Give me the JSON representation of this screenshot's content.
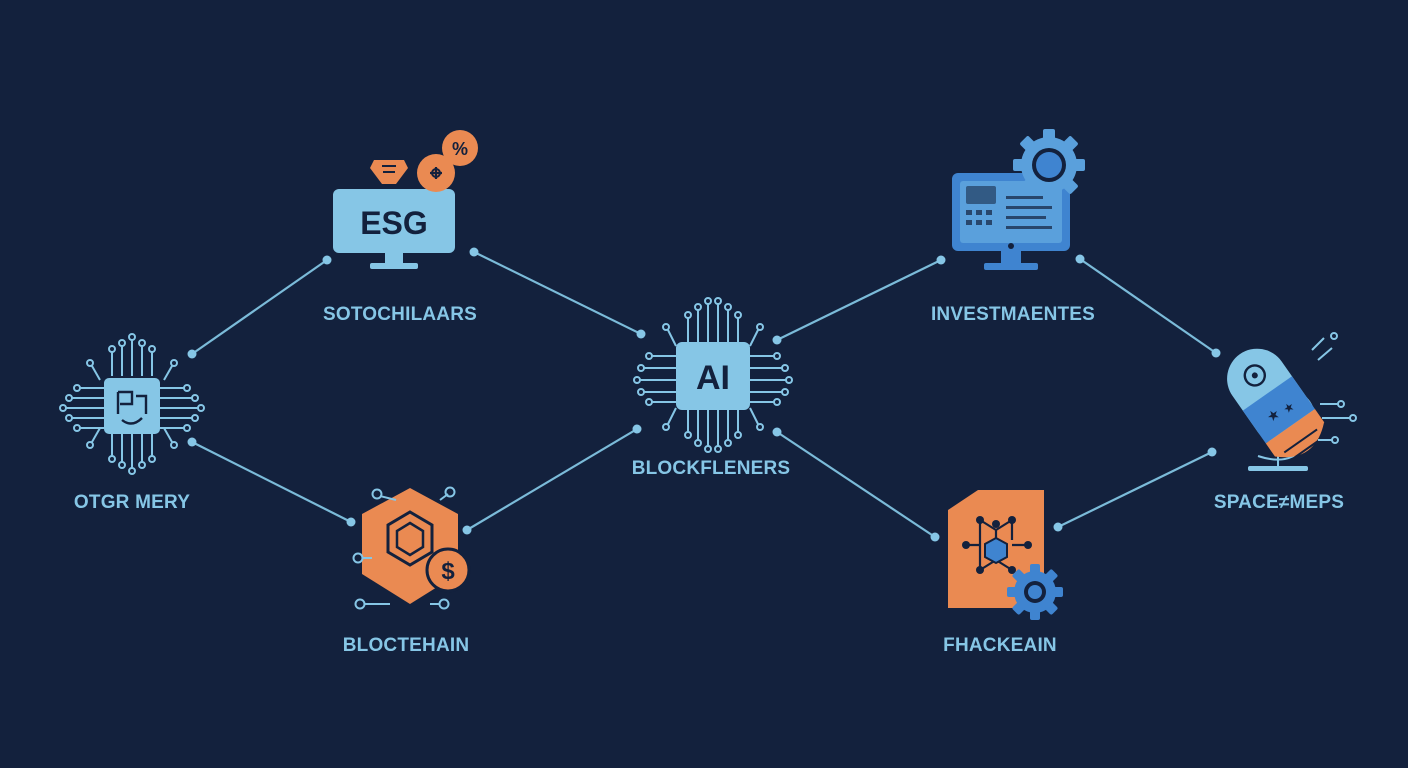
{
  "colors": {
    "background": "#13213d",
    "line": "#7bbbd9",
    "node_light_blue": "#86c6e6",
    "node_blue": "#3f84d0",
    "accent_orange": "#ea8a52",
    "dark_text": "#13213d"
  },
  "nodes": {
    "otgr": {
      "label": "OTGR MERY",
      "icon": "circuit-chip-icon"
    },
    "esg": {
      "label": "SOTOCHILAARS",
      "icon": "esg-monitor-icon",
      "screen_text": "ESG",
      "badge_top_right": "%"
    },
    "blockchain": {
      "label": "BLOCTEHAIN",
      "icon": "blockchain-hexagon-icon",
      "coin_symbol": "$"
    },
    "ai": {
      "label": "BLOCKFLENERS",
      "icon": "ai-chip-icon",
      "chip_text": "AI"
    },
    "investments": {
      "label": "INVESTMAENTES",
      "icon": "investment-monitor-gear-icon"
    },
    "fhackeain": {
      "label": "FHACKEAIN",
      "icon": "fintech-hexagon-gear-icon"
    },
    "space": {
      "label": "SPACE≠MEPS",
      "icon": "space-rocket-icon"
    }
  }
}
